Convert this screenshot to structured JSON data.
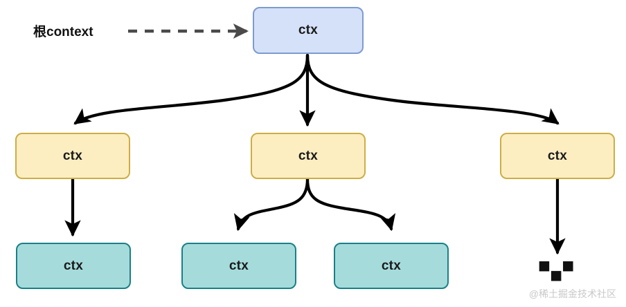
{
  "diagram": {
    "title_caption": "根context",
    "watermark": "@稀土掘金技术社区",
    "ellipsis": "■ ■ ■",
    "colors": {
      "root_fill": "#d5e1f8",
      "root_stroke": "#7e9ad0",
      "mid_fill": "#fceec1",
      "mid_stroke": "#cdad44",
      "leaf_fill": "#a5dcdb",
      "leaf_stroke": "#1a7f86",
      "edge_stroke": "#000000",
      "dashed_edge_stroke": "#4a4a4a",
      "watermark_color": "#c8c8c8",
      "background": "#ffffff"
    },
    "nodes": {
      "root": {
        "label": "ctx",
        "kind": "root"
      },
      "mid_left": {
        "label": "ctx",
        "kind": "mid"
      },
      "mid_center": {
        "label": "ctx",
        "kind": "mid"
      },
      "mid_right": {
        "label": "ctx",
        "kind": "mid"
      },
      "leaf_left": {
        "label": "ctx",
        "kind": "leaf"
      },
      "leaf_center_a": {
        "label": "ctx",
        "kind": "leaf"
      },
      "leaf_center_b": {
        "label": "ctx",
        "kind": "leaf"
      }
    },
    "edges": [
      {
        "from": "caption",
        "to": "root",
        "style": "dashed"
      },
      {
        "from": "root",
        "to": "mid_left",
        "style": "curved"
      },
      {
        "from": "root",
        "to": "mid_center",
        "style": "straight"
      },
      {
        "from": "root",
        "to": "mid_right",
        "style": "curved"
      },
      {
        "from": "mid_left",
        "to": "leaf_left",
        "style": "straight"
      },
      {
        "from": "mid_center",
        "to": "leaf_center_a",
        "style": "curved"
      },
      {
        "from": "mid_center",
        "to": "leaf_center_b",
        "style": "curved"
      },
      {
        "from": "mid_right",
        "to": "ellipsis",
        "style": "straight"
      }
    ]
  }
}
